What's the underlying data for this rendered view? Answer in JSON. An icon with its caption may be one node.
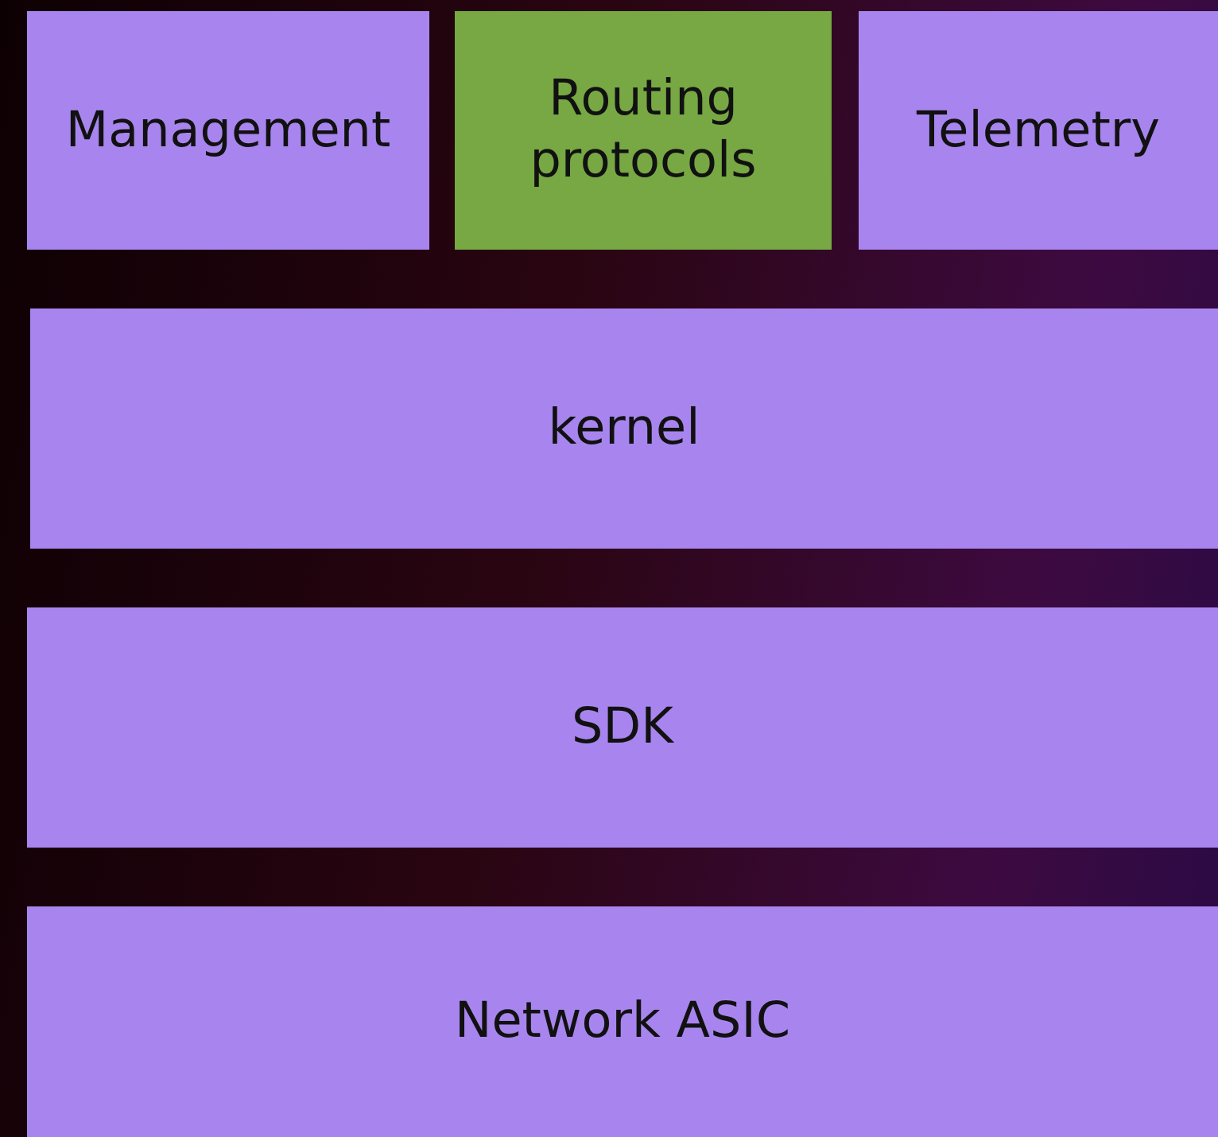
{
  "diagram": {
    "nodes": [
      {
        "text": [
          "Management"
        ]
      },
      {
        "text": [
          "Routing protocols"
        ]
      },
      {
        "text": [
          "Telemetry"
        ]
      },
      {
        "text": [
          "kernel"
        ]
      },
      {
        "text": [
          "SDK"
        ]
      },
      {
        "text": [
          "Network ASIC"
        ]
      }
    ]
  }
}
